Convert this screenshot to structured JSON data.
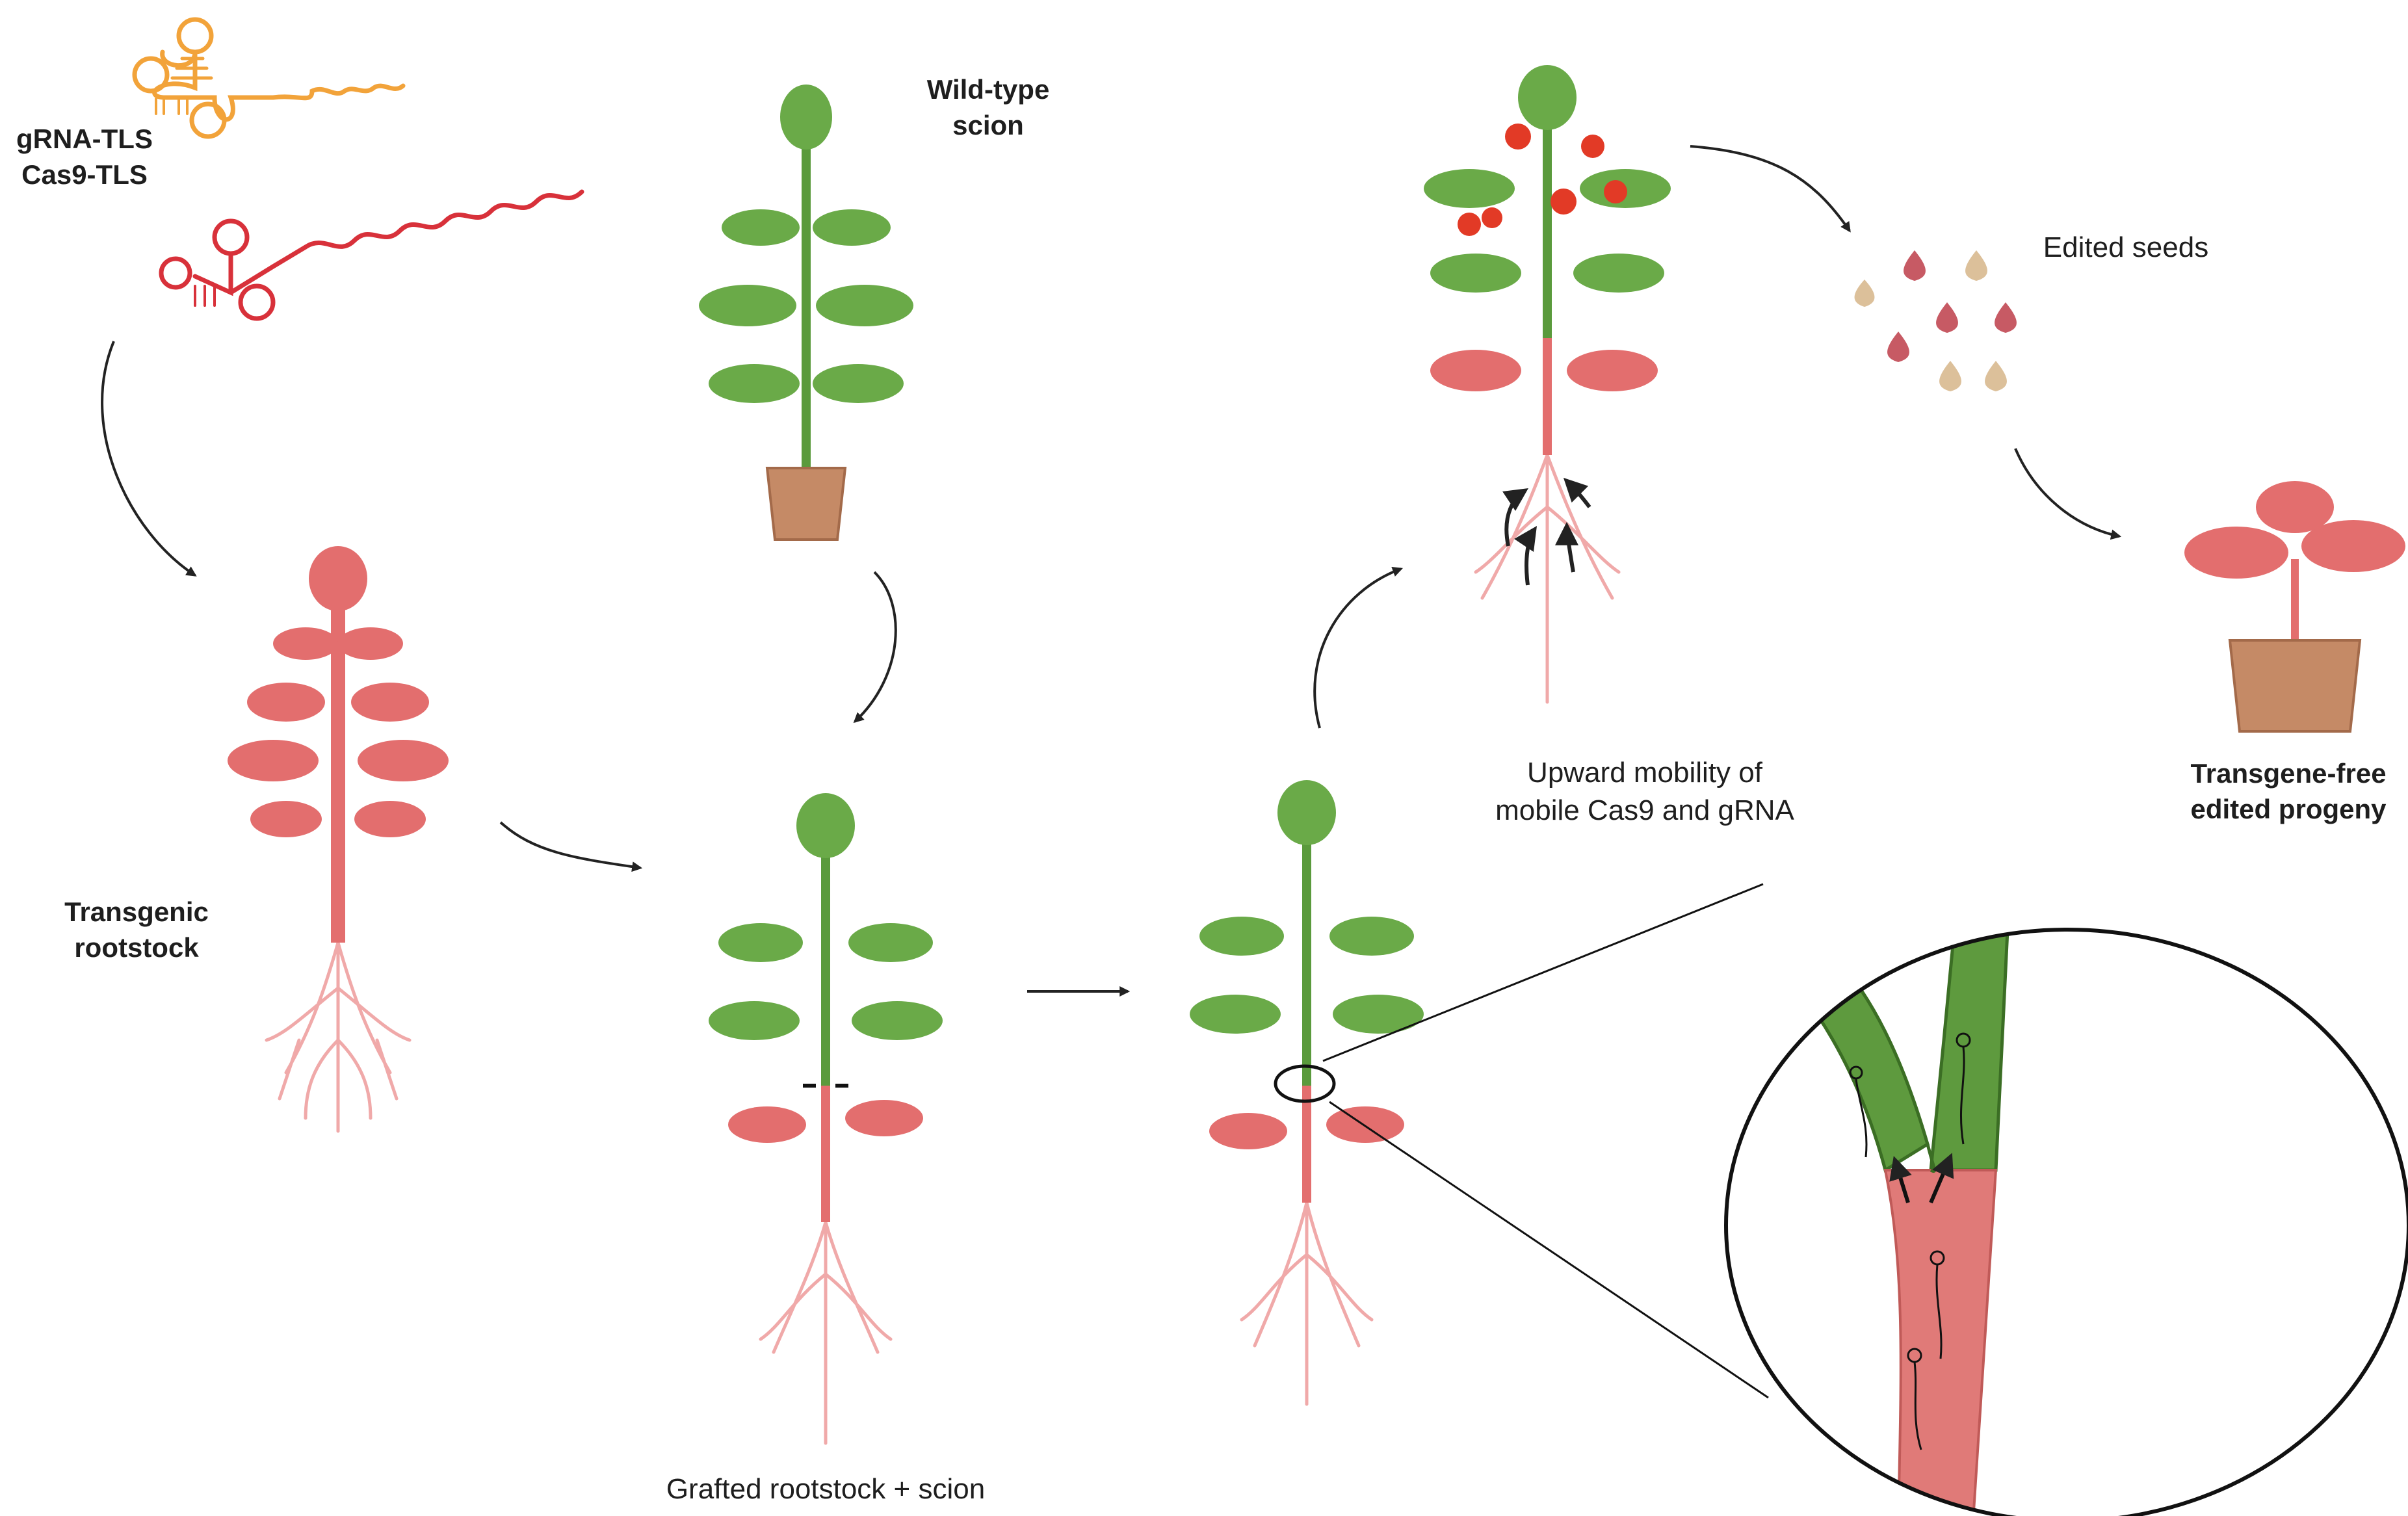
{
  "labels": {
    "rna_gRNA": "gRNA-TLS",
    "rna_cas9": "Cas9-TLS",
    "wild_type_l1": "Wild-type",
    "wild_type_l2": "scion",
    "transgenic_l1": "Transgenic",
    "transgenic_l2": "rootstock",
    "grafted": "Grafted rootstock + scion",
    "upward_l1": "Upward mobility of",
    "upward_l2": "mobile Cas9 and gRNA",
    "edited_seeds": "Edited seeds",
    "progeny_l1": "Transgene-free",
    "progeny_l2": "edited progeny"
  },
  "colors": {
    "scion_green": "#5a9a3c",
    "scion_leaf": "#6aaa48",
    "rootstock_red": "#e06a6a",
    "root_pink": "#eea2a2",
    "gRNA_orange": "#f2a33a",
    "cas9_red": "#d8313a",
    "pot_brown": "#c58a66",
    "seed_beige": "#dcc09a",
    "seed_red": "#c75a64",
    "tomato_red": "#e23a26",
    "arrow": "#222222"
  },
  "icons": {
    "rna": "rna-hairpin-icon",
    "plant": "tomato-plant-icon",
    "pot": "flower-pot-icon",
    "seed": "seed-icon",
    "arrow": "curved-arrow-icon"
  }
}
